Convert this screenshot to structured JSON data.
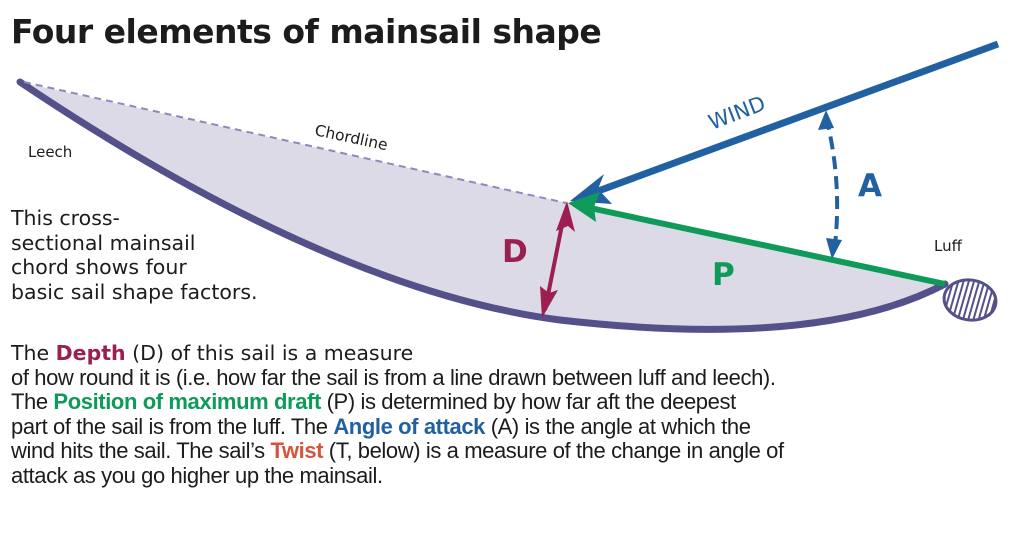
{
  "title": "Four elements of mainsail shape",
  "colors": {
    "sail_fill": "#dcdae6",
    "sail_edge": "#54508a",
    "chordline": "#8f88bb",
    "wind": "#2160a1",
    "depth": "#9b1f51",
    "position": "#0e9a58",
    "angle": "#2160a1",
    "twist": "#d4553c",
    "text": "#1c1c1c"
  },
  "diagram": {
    "labels": {
      "leech": "Leech",
      "luff": "Luff",
      "chordline": "Chordline",
      "wind": "WIND",
      "depth_letter": "D",
      "position_letter": "P",
      "angle_letter": "A"
    }
  },
  "intro": {
    "lines": [
      "This cross-",
      "sectional mainsail",
      "chord shows four",
      "basic sail shape factors."
    ]
  },
  "paragraph": {
    "l1_pre": "The ",
    "depth_kw": "Depth",
    "l1_post": " (D) of this sail is a measure",
    "l2": "of how round it is (i.e. how far the sail is from a line drawn between luff and leech).",
    "l3_pre": "The ",
    "position_kw": "Position of maximum draft",
    "l3_post": " (P) is determined by how far aft the deepest",
    "l4_pre": "part of the sail is from the luff. The ",
    "angle_kw": "Angle of attack",
    "l4_post": " (A) is the angle at which the",
    "l5_pre": "wind hits the sail. The sail’s ",
    "twist_kw": "Twist",
    "l5_post": " (T, below) is a measure of the change in angle of",
    "l6": "attack as you go higher up the mainsail."
  }
}
